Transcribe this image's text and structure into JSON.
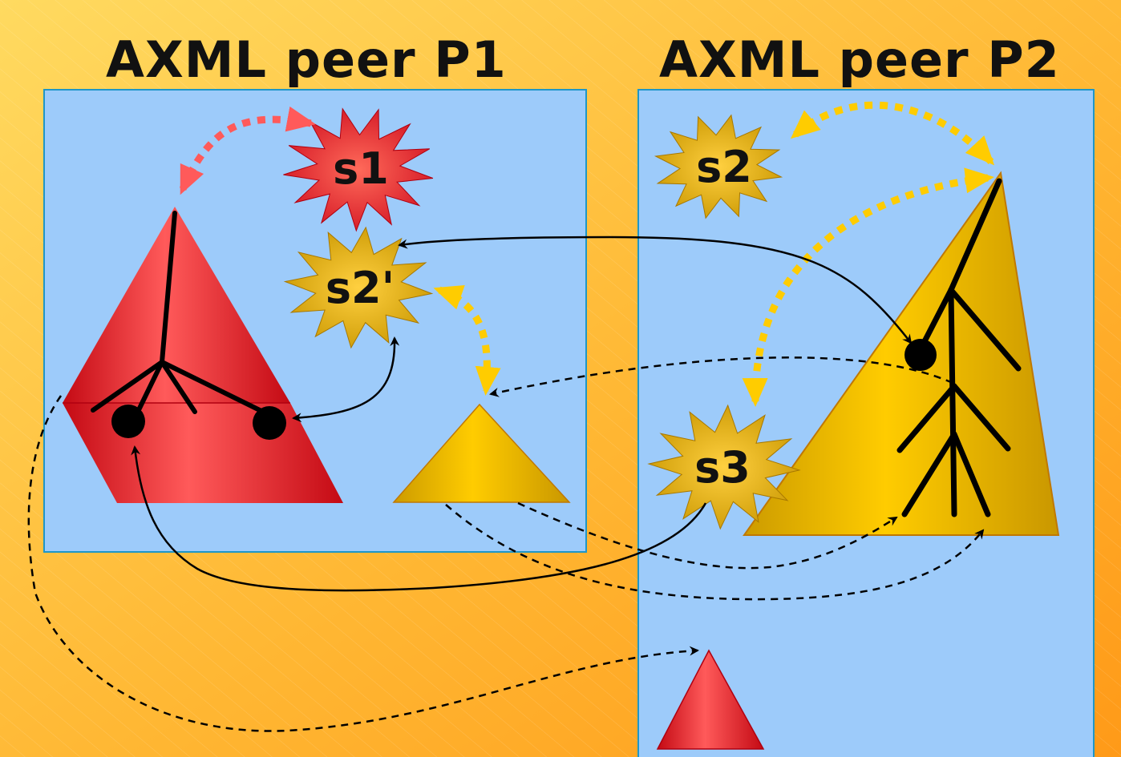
{
  "peers": [
    {
      "title": "AXML peer P1"
    },
    {
      "title": "AXML peer P2"
    }
  ],
  "services": {
    "s1": "s1",
    "s2": "s2",
    "s2_prime": "s2'",
    "s3": "s3"
  },
  "colors": {
    "background_top": "#ffd35a",
    "background_bottom": "#ffa21e",
    "peer_box": "#9dcbfa",
    "peer_box_border": "#1e96c8",
    "red_document": "#ff5a5a",
    "yellow_document": "#ffcc00",
    "red_service": "#e02222",
    "yellow_service": "#e8b400",
    "arrow": "#000000"
  }
}
